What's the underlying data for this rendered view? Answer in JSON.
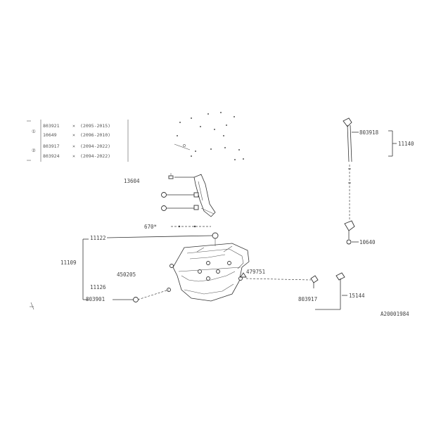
{
  "spec_table": {
    "rows": [
      {
        "symbol": "①",
        "part": "803921",
        "sep": "×",
        "range": "(2095-2015)"
      },
      {
        "symbol": "",
        "part": "10649",
        "sep": "×",
        "range": "(2096-2010)"
      },
      {
        "symbol": "②",
        "part": "803917",
        "sep": "×",
        "range": "(2094-2022)"
      },
      {
        "symbol": "",
        "part": "803924",
        "sep": "×",
        "range": "(2094-2022)"
      }
    ]
  },
  "labels": {
    "p13604": "13604",
    "p67000": "670*",
    "p11122": "11122",
    "p11109": "11109",
    "p450205": "450205",
    "p11126": "11126",
    "p803901": "803901",
    "p479751": "479751",
    "p803918": "803918",
    "p11140": "11140",
    "p10640": "10640",
    "p803917b": "803917",
    "p15144": "15144",
    "diagram_id": "A20001984"
  }
}
